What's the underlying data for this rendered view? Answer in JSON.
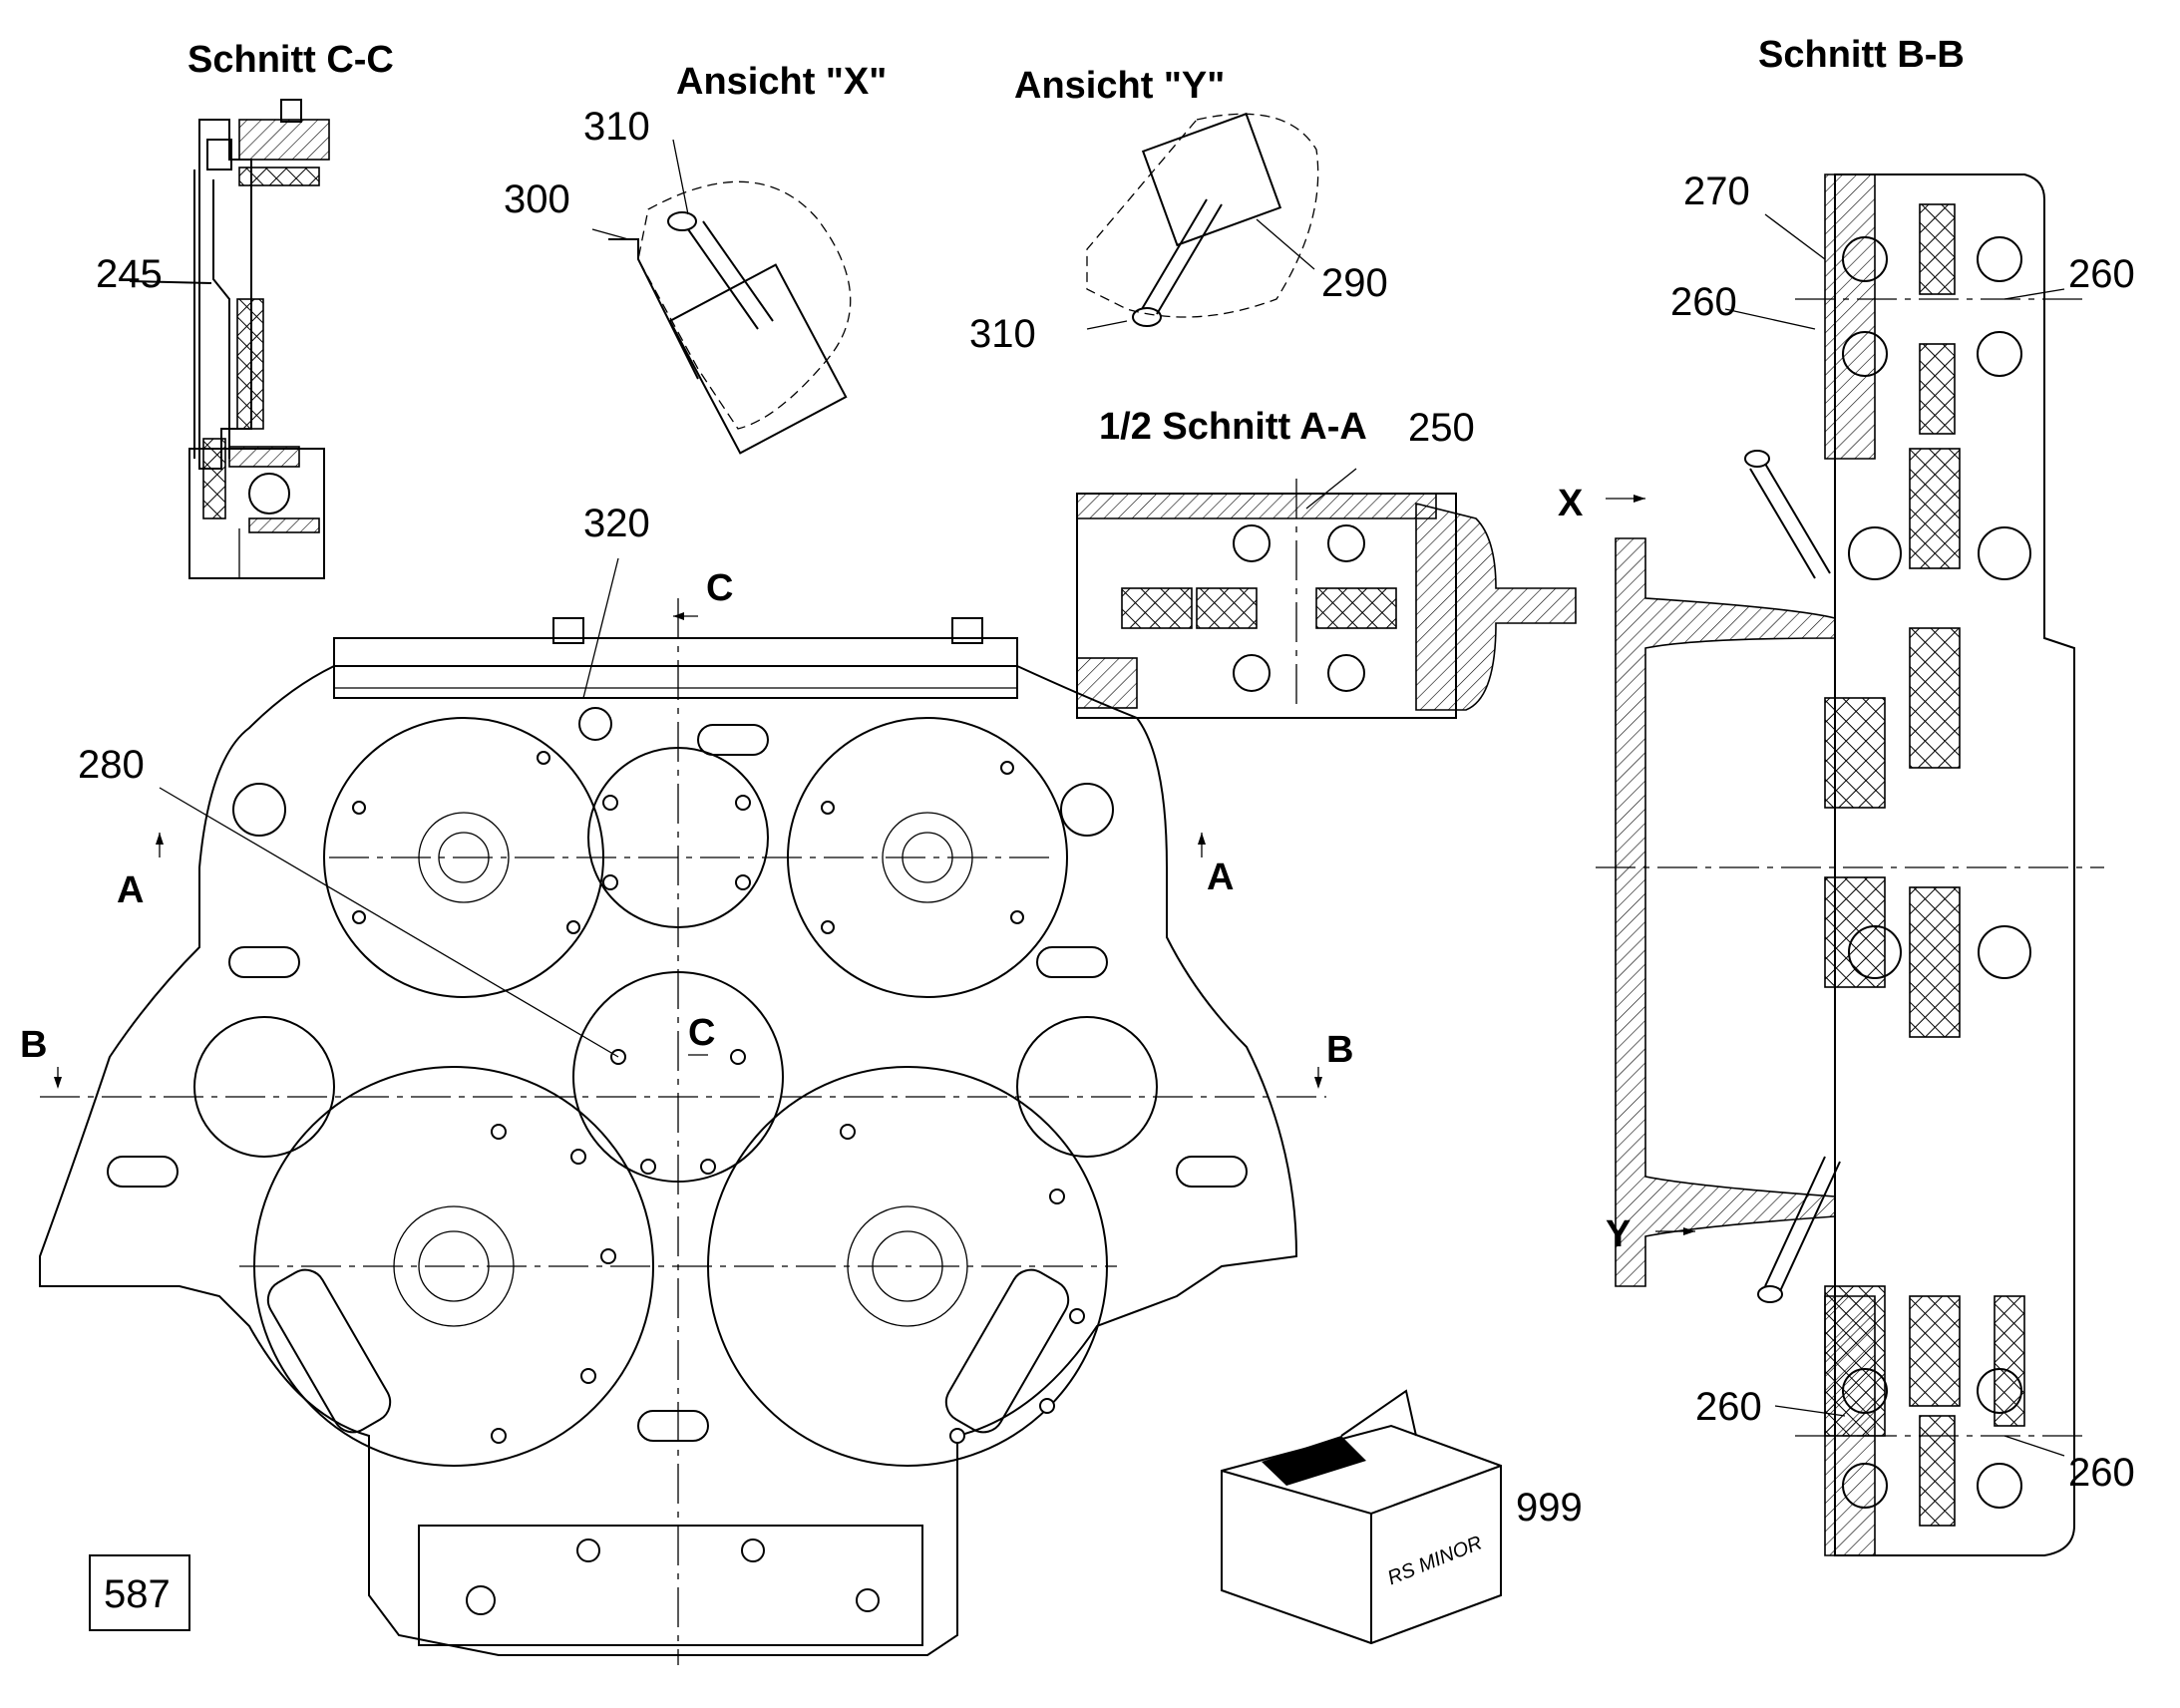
{
  "views": {
    "section_cc": "Schnitt C-C",
    "view_x": "Ansicht \"X\"",
    "view_y": "Ansicht \"Y\"",
    "section_bb": "Schnitt B-B",
    "half_section_aa": "1/2 Schnitt A-A"
  },
  "callouts": {
    "c245": "245",
    "c300": "300",
    "c310_x": "310",
    "c310_y": "310",
    "c290": "290",
    "c250": "250",
    "c320": "320",
    "c280": "280",
    "c270": "270",
    "c260_a": "260",
    "c260_b": "260",
    "c260_c": "260",
    "c260_d": "260",
    "c999": "999",
    "c587": "587"
  },
  "section_markers": {
    "a_left": "A",
    "a_right": "A",
    "b_left": "B",
    "b_right": "B",
    "c_top": "C",
    "c_mid": "C",
    "x_arrow": "X",
    "y_arrow": "Y"
  },
  "box_label": "RS MINOR"
}
